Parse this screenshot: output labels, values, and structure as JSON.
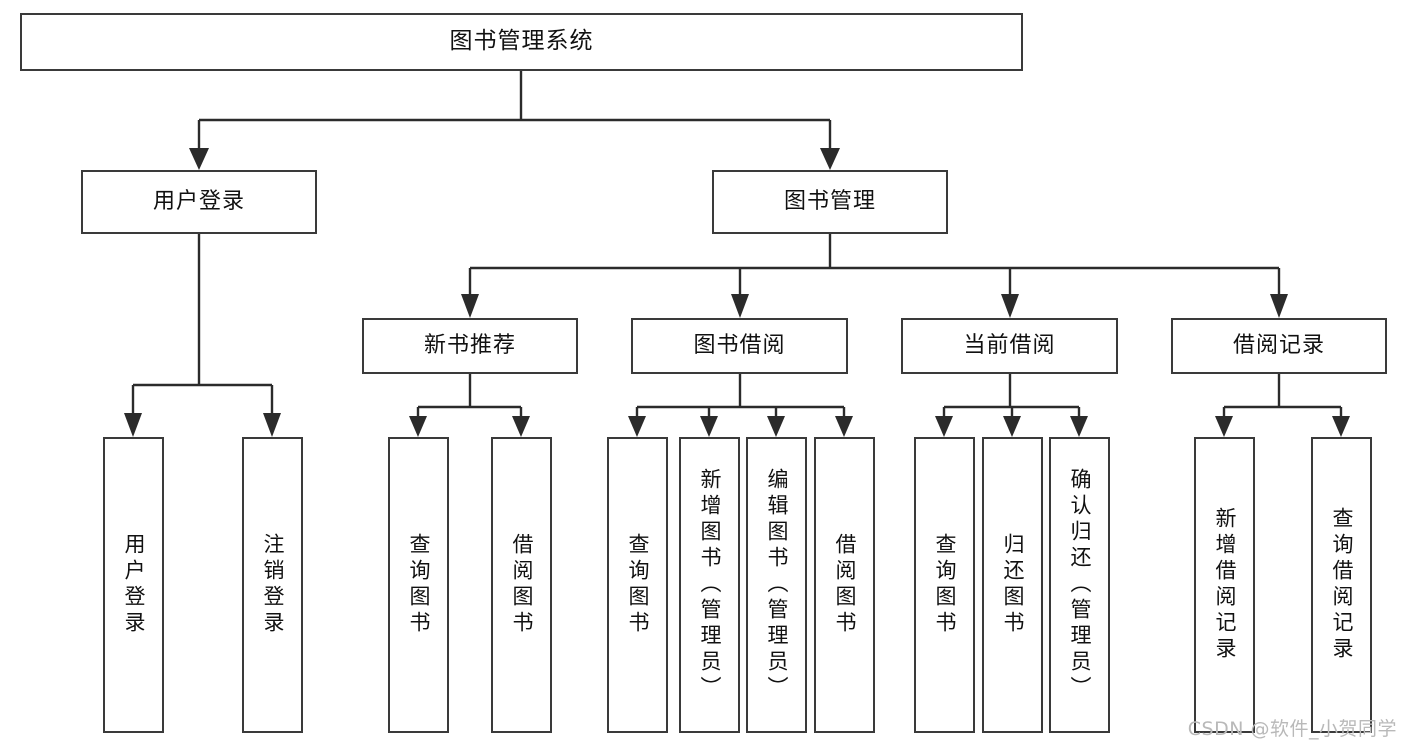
{
  "diagram": {
    "type": "tree",
    "title": "图书管理系统",
    "root": {
      "label": "图书管理系统"
    },
    "level2": [
      {
        "label": "用户登录"
      },
      {
        "label": "图书管理"
      }
    ],
    "level3": [
      {
        "label": "新书推荐"
      },
      {
        "label": "图书借阅"
      },
      {
        "label": "当前借阅"
      },
      {
        "label": "借阅记录"
      }
    ],
    "leaves": {
      "user_login": [
        {
          "label": "用户登录"
        },
        {
          "label": "注销登录"
        }
      ],
      "new_book_recommend": [
        {
          "label": "查询图书"
        },
        {
          "label": "借阅图书"
        }
      ],
      "book_borrow": [
        {
          "label": "查询图书"
        },
        {
          "label": "新增图书（管理员）"
        },
        {
          "label": "编辑图书（管理员）"
        },
        {
          "label": "借阅图书"
        }
      ],
      "current_borrow": [
        {
          "label": "查询图书"
        },
        {
          "label": "归还图书"
        },
        {
          "label": "确认归还（管理员）"
        }
      ],
      "borrow_record": [
        {
          "label": "新增借阅记录"
        },
        {
          "label": "查询借阅记录"
        }
      ]
    }
  },
  "watermark": {
    "text": "CSDN @软件_小贺同学"
  },
  "colors": {
    "box_border": "#3a3a3a",
    "connector": "#2b2b2b",
    "text": "#111111",
    "watermark": "#b9b9b9",
    "background": "#ffffff"
  }
}
